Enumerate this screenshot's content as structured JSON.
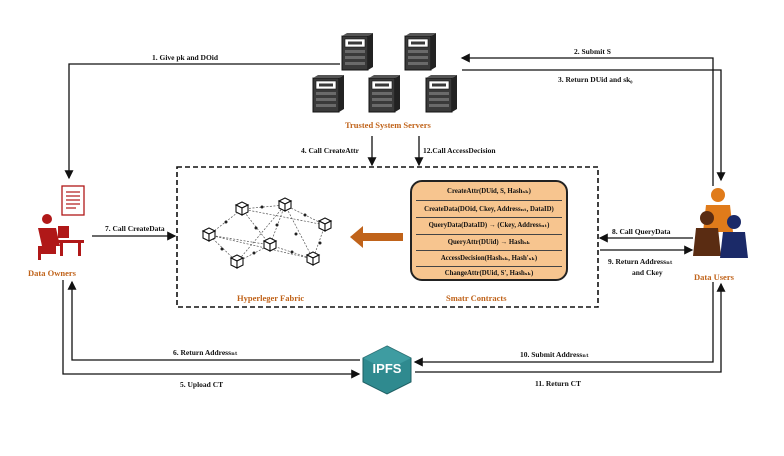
{
  "entities": {
    "data_owners": "Data Owners",
    "data_users": "Data Users",
    "trusted_servers": "Trusted System Servers",
    "hyperledger": "Hyperleger Fabric",
    "smart_contracts": "Smatr Contracts",
    "ipfs": "IPFS"
  },
  "steps": {
    "s1": "1. Give pk and DOid",
    "s2": "2. Submit S",
    "s3": "3. Return DUid and sk₀",
    "s4": "4. Call CreateAttr",
    "s5": "5. Upload CT",
    "s6": "6. Return Addressₙₜ",
    "s7": "7. Call CreateData",
    "s8": "8. Call QueryData",
    "s9a": "9. Return Addressₙₜ",
    "s9b": "and Ckey",
    "s10": "10. Submit Addressₙₜ",
    "s11": "11. Return CT",
    "s12": "12.Call AccessDecision"
  },
  "contracts": [
    "CreateAttr(DUid, S, Hashₛₖ)",
    "CreateData(DOid, Ckey, Addressₙₜ, DataID)",
    "QueryData(DataID) → (Ckey, Addressₙₜ)",
    "QueryAttr(DUid) → Hashₛₖ",
    "AccessDecision(Hashₛₖ, Hash'ₛₖ)",
    "ChangeAttr(DUid, S', Hashₛₖ)"
  ],
  "colors": {
    "accent": "#c0631a",
    "contract_fill": "#f7c58f",
    "ipfs_teal": "#2f8a8f",
    "owner_red": "#b01818"
  }
}
